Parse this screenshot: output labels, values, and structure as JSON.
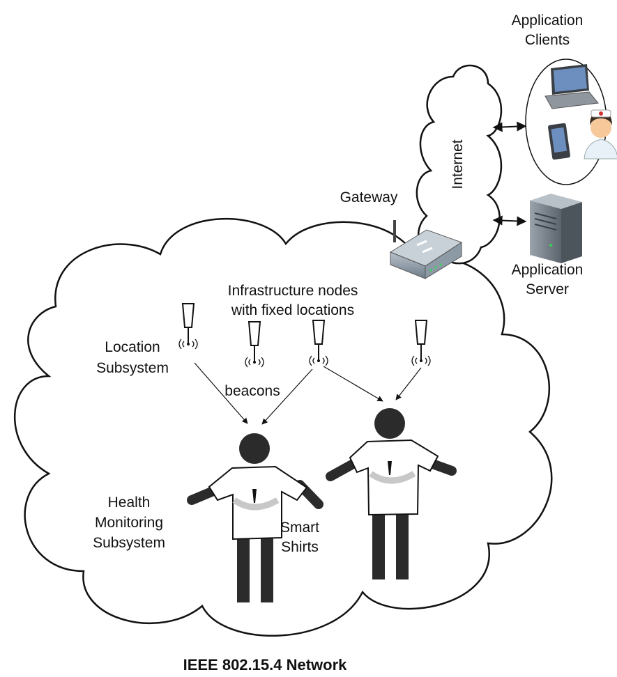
{
  "labels": {
    "application_clients_1": "Application",
    "application_clients_2": "Clients",
    "internet": "Internet",
    "gateway": "Gateway",
    "application_server_1": "Application",
    "application_server_2": "Server",
    "infrastructure_1": "Infrastructure nodes",
    "infrastructure_2": "with fixed locations",
    "location_1": "Location",
    "location_2": "Subsystem",
    "beacons": "beacons",
    "health_1": "Health",
    "health_2": "Monitoring",
    "health_3": "Subsystem",
    "smart_shirts_1": "Smart",
    "smart_shirts_2": "Shirts",
    "caption": "IEEE 802.15.4 Network"
  },
  "colors": {
    "figure": "#2b2b2b",
    "shirt_band": "#c8c8c8",
    "device_blue": "#6d8fc0",
    "router_body": "#8c9aa6",
    "server_body": "#7a838c"
  }
}
